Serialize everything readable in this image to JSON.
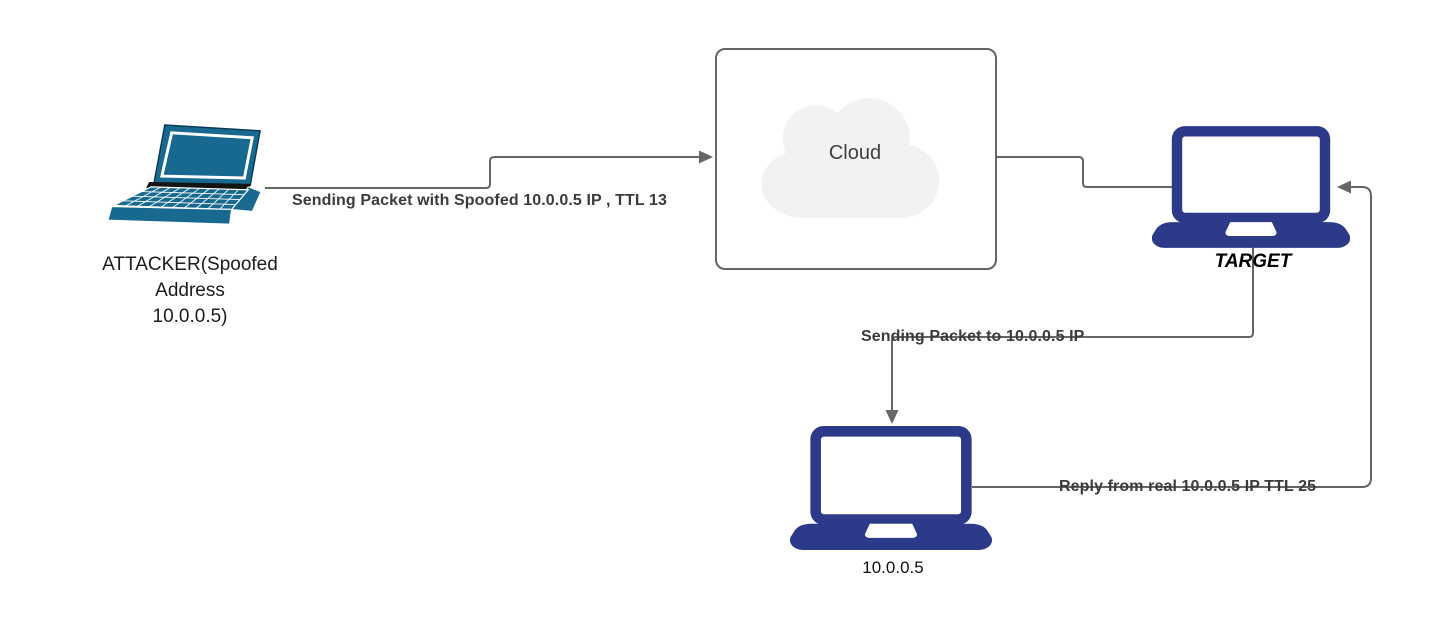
{
  "diagram": {
    "kind": "ip-spoofing-network-diagram",
    "nodes": {
      "attacker": {
        "lines": [
          "ATTACKER(Spoofed",
          "Address",
          "10.0.0.5)"
        ]
      },
      "cloud": {
        "label": "Cloud"
      },
      "target": {
        "label": "TARGET"
      },
      "real_host": {
        "label": "10.0.0.5"
      }
    },
    "edges": {
      "attacker_to_cloud": {
        "label": "Sending Packet with Spoofed 10.0.0.5 IP , TTL 13"
      },
      "target_to_host": {
        "label": "Sending Packet to 10.0.0.5 IP"
      },
      "host_to_target": {
        "label": "Reply from real 10.0.0.5 IP TTL 25"
      }
    },
    "colors": {
      "attacker_laptop": "#17698F",
      "attacker_laptop_outline": "#0B3C55",
      "node_laptop": "#2D3A8A",
      "connector": "#666666",
      "edge_label_text": "#3B3B3B",
      "node_label_text": "#1C1C1C",
      "cloud_fill": "#F2F2F2",
      "cloud_box_border": "#666666",
      "background": "#FFFFFF"
    }
  }
}
